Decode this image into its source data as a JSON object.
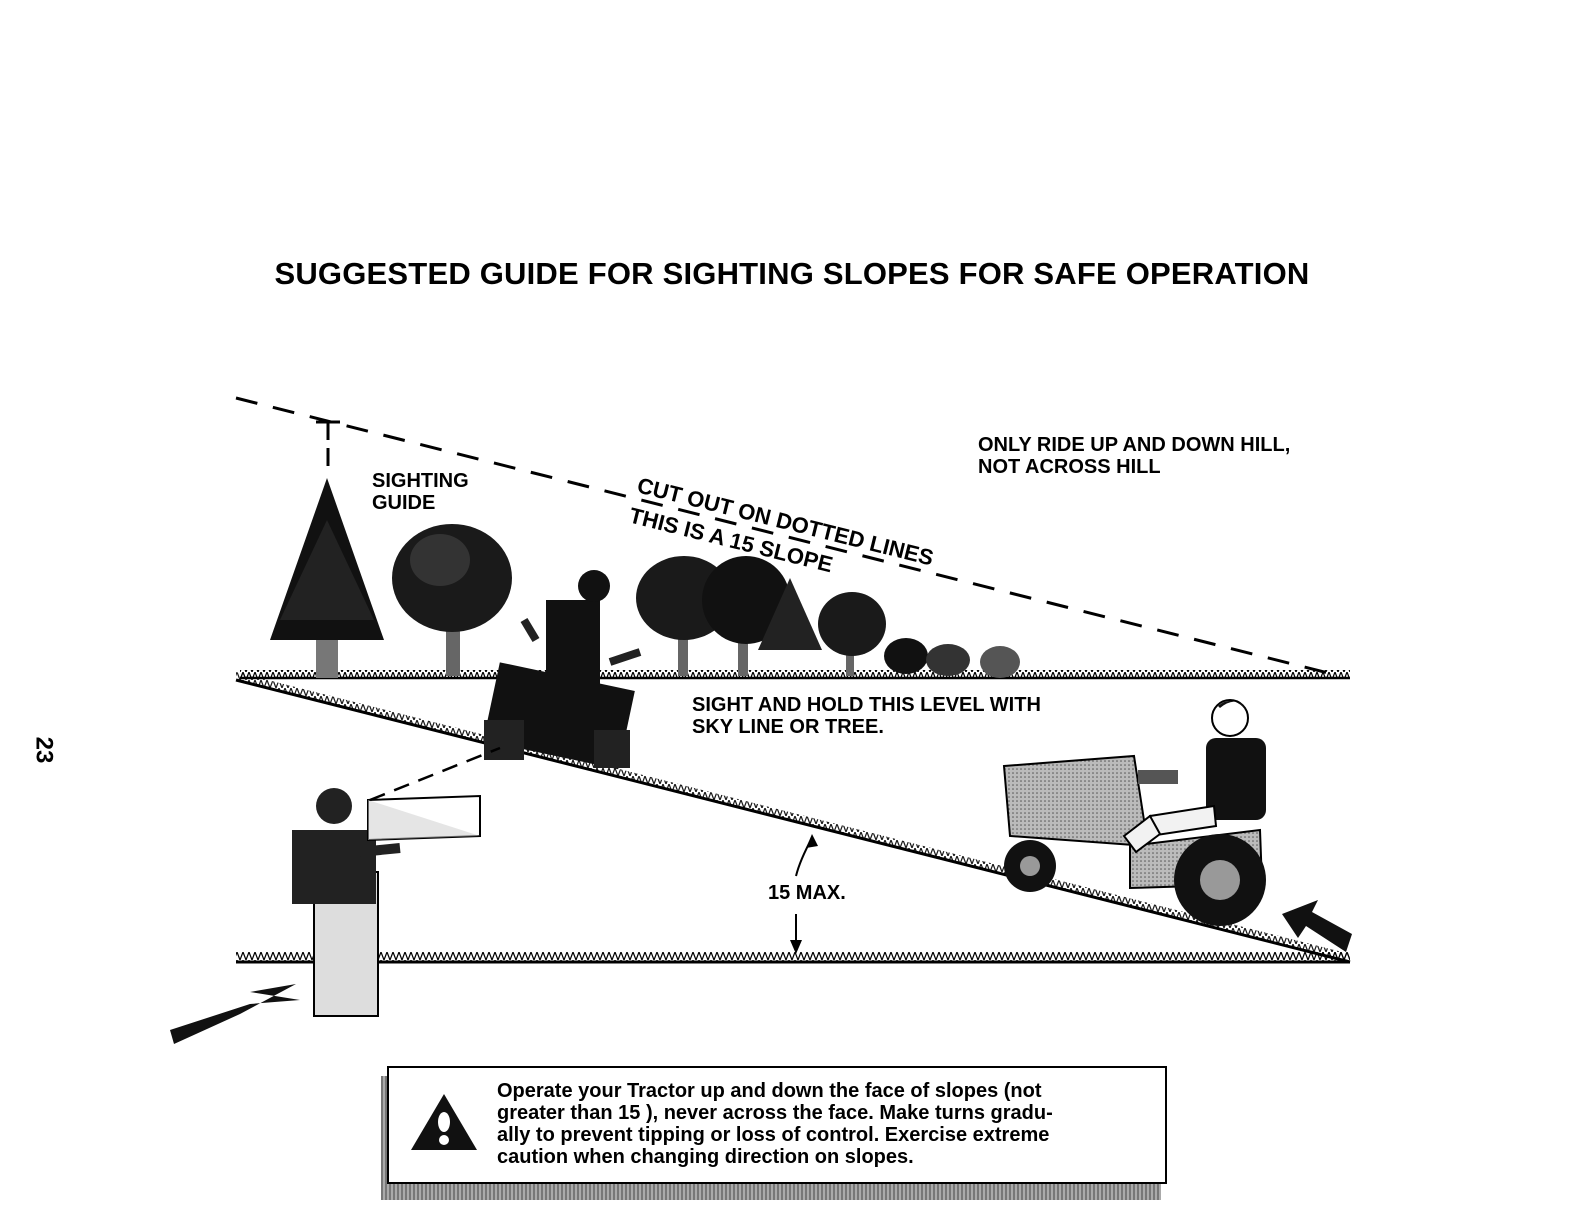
{
  "page": {
    "title": "SUGGESTED GUIDE FOR SIGHTING SLOPES FOR SAFE OPERATION",
    "page_number": "23"
  },
  "labels": {
    "sighting_line1": "SIGHTING",
    "sighting_line2": "GUIDE",
    "ride_line1": "ONLY RIDE UP AND DOWN HILL,",
    "ride_line2": "NOT ACROSS HILL",
    "cut_out": "CUT OUT ON DOTTED LINES",
    "slope_note": "THIS IS A 15 SLOPE",
    "sight_hold_line1": "SIGHT AND HOLD THIS LEVEL WITH",
    "sight_hold_line2": "SKY LINE OR TREE.",
    "max_angle": "15 MAX."
  },
  "warning": {
    "icon": "warning-triangle-icon",
    "line1": "Operate your Tractor up and down the face of slopes (not",
    "line2": "greater than 15 ), never across the face. Make turns gradu-",
    "line3": "ally to prevent tipping or loss of control. Exercise extreme",
    "line4": "caution when changing direction on slopes."
  }
}
